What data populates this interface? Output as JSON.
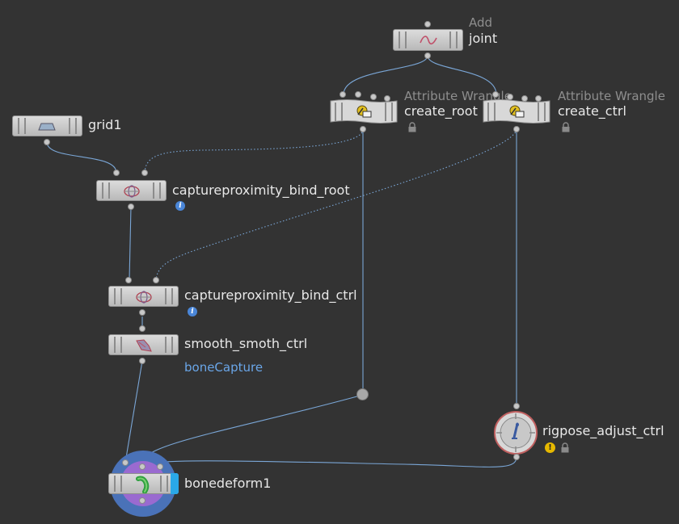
{
  "network": {
    "nodes": {
      "joint": {
        "type_label": "Add",
        "name": "joint",
        "icon": "curve-icon"
      },
      "create_root": {
        "type_label": "Attribute Wrangle",
        "name": "create_root",
        "icon": "wrangle-icon",
        "locked": true
      },
      "create_ctrl": {
        "type_label": "Attribute Wrangle",
        "name": "create_ctrl",
        "icon": "wrangle-icon",
        "locked": true
      },
      "grid1": {
        "name": "grid1",
        "icon": "grid-icon"
      },
      "cp_bind_root": {
        "name": "captureproximity_bind_root",
        "icon": "capture-icon",
        "info": "i"
      },
      "cp_bind_ctrl": {
        "name": "captureproximity_bind_ctrl",
        "icon": "capture-icon",
        "info": "i"
      },
      "smooth": {
        "name": "smooth_smoth_ctrl",
        "icon": "smooth-icon",
        "group_link": "boneCapture"
      },
      "rigpose": {
        "name": "rigpose_adjust_ctrl",
        "icon": "rigpose-icon",
        "warning": "!",
        "locked": true
      },
      "bonedeform": {
        "name": "bonedeform1",
        "icon": "bone-icon",
        "display_flag": true
      }
    },
    "colors": {
      "background": "#333333",
      "wire": "#7aa6d6",
      "dotted_wire": "#7aa6d6",
      "display_flag": "#2aa8e8",
      "render_ring": "#4a72b8",
      "selected_ring": "#9a6ad0"
    }
  }
}
